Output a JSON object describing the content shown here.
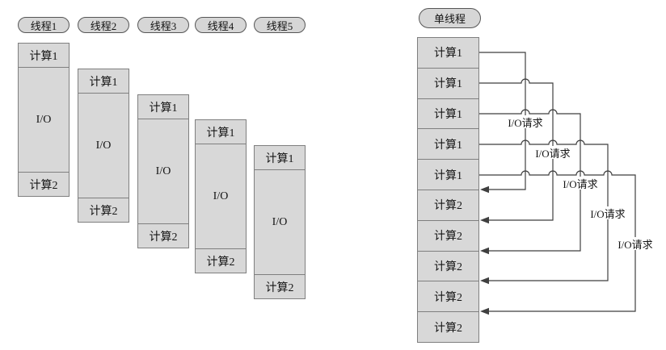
{
  "left_panel": {
    "threads": [
      {
        "name": "线程1",
        "blocks": [
          {
            "label": "计算1"
          },
          {
            "label": "I/O"
          },
          {
            "label": "计算2"
          }
        ]
      },
      {
        "name": "线程2",
        "blocks": [
          {
            "label": "计算1"
          },
          {
            "label": "I/O"
          },
          {
            "label": "计算2"
          }
        ]
      },
      {
        "name": "线程3",
        "blocks": [
          {
            "label": "计算1"
          },
          {
            "label": "I/O"
          },
          {
            "label": "计算2"
          }
        ]
      },
      {
        "name": "线程4",
        "blocks": [
          {
            "label": "计算1"
          },
          {
            "label": "I/O"
          },
          {
            "label": "计算2"
          }
        ]
      },
      {
        "name": "线程5",
        "blocks": [
          {
            "label": "计算1"
          },
          {
            "label": "I/O"
          },
          {
            "label": "计算2"
          }
        ]
      }
    ]
  },
  "right_panel": {
    "title": "单线程",
    "sequence": [
      {
        "label": "计算1"
      },
      {
        "label": "计算1"
      },
      {
        "label": "计算1"
      },
      {
        "label": "计算1"
      },
      {
        "label": "计算1"
      },
      {
        "label": "计算2"
      },
      {
        "label": "计算2"
      },
      {
        "label": "计算2"
      },
      {
        "label": "计算2"
      },
      {
        "label": "计算2"
      }
    ],
    "io_requests": [
      {
        "label": "I/O请求"
      },
      {
        "label": "I/O请求"
      },
      {
        "label": "I/O请求"
      },
      {
        "label": "I/O请求"
      },
      {
        "label": "I/O请求"
      }
    ]
  },
  "colors": {
    "block_fill": "#d8d8d8",
    "block_border": "#7f7f7f",
    "arrow_line": "#3f3f3f"
  }
}
